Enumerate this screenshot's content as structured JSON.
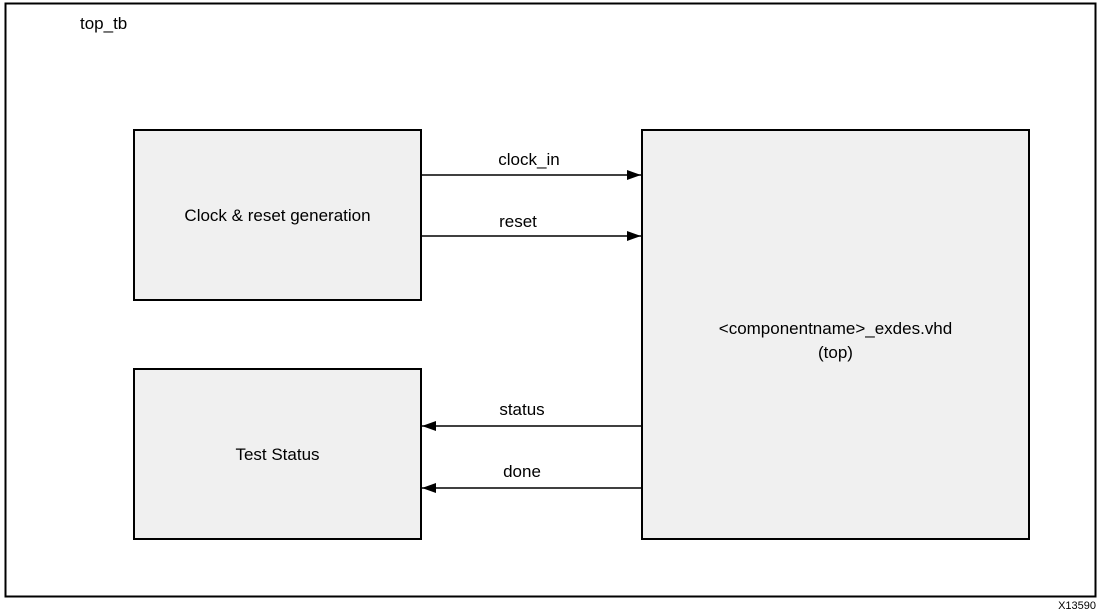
{
  "frame": {
    "label": "top_tb"
  },
  "blocks": {
    "clock_reset": {
      "label": "Clock & reset generation"
    },
    "test_status": {
      "label": "Test Status"
    },
    "top": {
      "line1": "<componentname>_exdes.vhd",
      "line2": "(top)"
    }
  },
  "signals": {
    "clock_in": "clock_in",
    "reset": "reset",
    "status": "status",
    "done": "done"
  },
  "figure_id": "X13590",
  "colors": {
    "block_fill": "#f0f0f0",
    "stroke": "#000000"
  }
}
